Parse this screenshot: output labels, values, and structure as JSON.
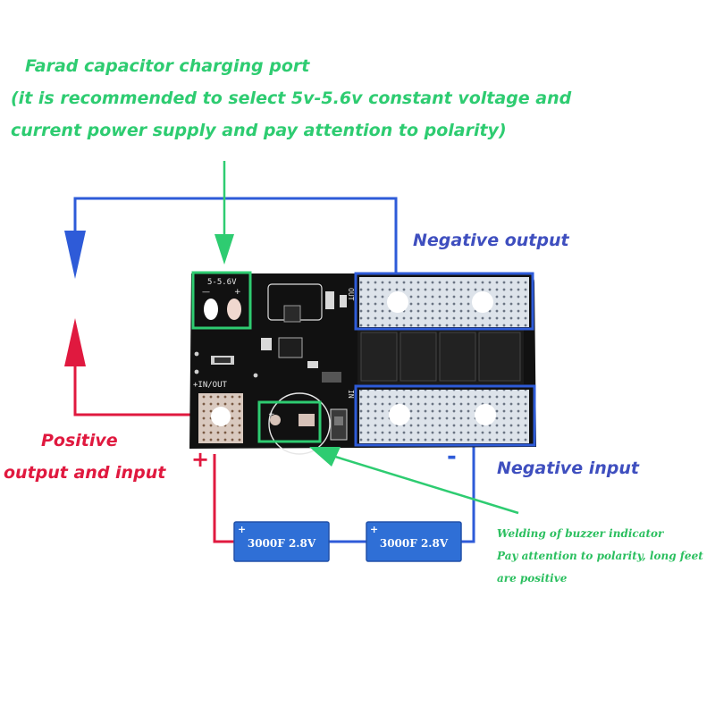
{
  "annotations": {
    "charging_port_title": "Farad capacitor charging port",
    "charging_port_line1": "(it is recommended to select 5v-5.6v constant voltage and",
    "charging_port_line2": "current power supply and pay attention to polarity)",
    "negative_output": "Negative output",
    "negative_input": "Negative input",
    "positive_line1": "Positive",
    "positive_line2": "output and input",
    "buzzer_line1": "Welding of buzzer indicator",
    "buzzer_line2": "Pay attention to polarity, long feet",
    "buzzer_line3": "are positive"
  },
  "symbols": {
    "plus": "+",
    "minus": "-"
  },
  "board": {
    "charge_port_label": "5-5.6V",
    "charge_port_polarity_minus": "—",
    "charge_port_polarity_plus": "+",
    "in_out_label": "+IN/OUT",
    "out_label": "OUT",
    "in_label": "IN",
    "buzzer_plus": "+"
  },
  "capacitors": [
    {
      "plus": "+",
      "label": "3000F 2.8V"
    },
    {
      "plus": "+",
      "label": "3000F 2.8V"
    }
  ],
  "colors": {
    "wire_blue": "#2e5bd8",
    "wire_red": "#e0193f",
    "annotation_green": "#2ecc71",
    "board_black": "#111111",
    "capacitor_blue": "#2f6fd6"
  }
}
